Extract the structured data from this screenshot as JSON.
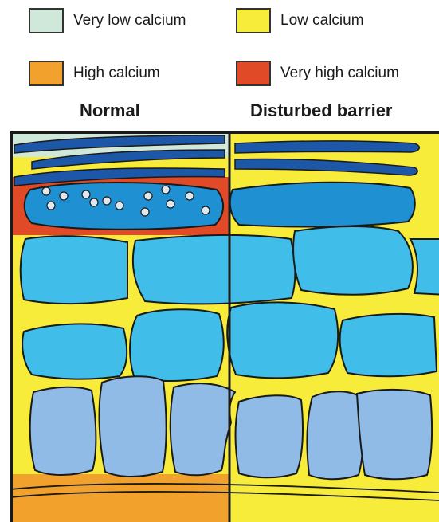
{
  "legend": [
    {
      "label": "Very low calcium",
      "color": "#cfe8da"
    },
    {
      "label": "Low calcium",
      "color": "#f8ec3b"
    },
    {
      "label": "High calcium",
      "color": "#f2a12c"
    },
    {
      "label": "Very high calcium",
      "color": "#e04a26"
    }
  ],
  "panels": {
    "left_title": "Normal",
    "right_title": "Disturbed barrier"
  },
  "colors": {
    "background_yellow": "#f8ec3b",
    "cell_blue": "#40bde9",
    "granular_blue": "#1f90d2",
    "basal_blue": "#90bbe6",
    "lipid_dark_blue": "#1c57a8",
    "basement_orange": "#f2a12c",
    "red_band": "#e04a26",
    "outline": "#1a1a1a"
  }
}
